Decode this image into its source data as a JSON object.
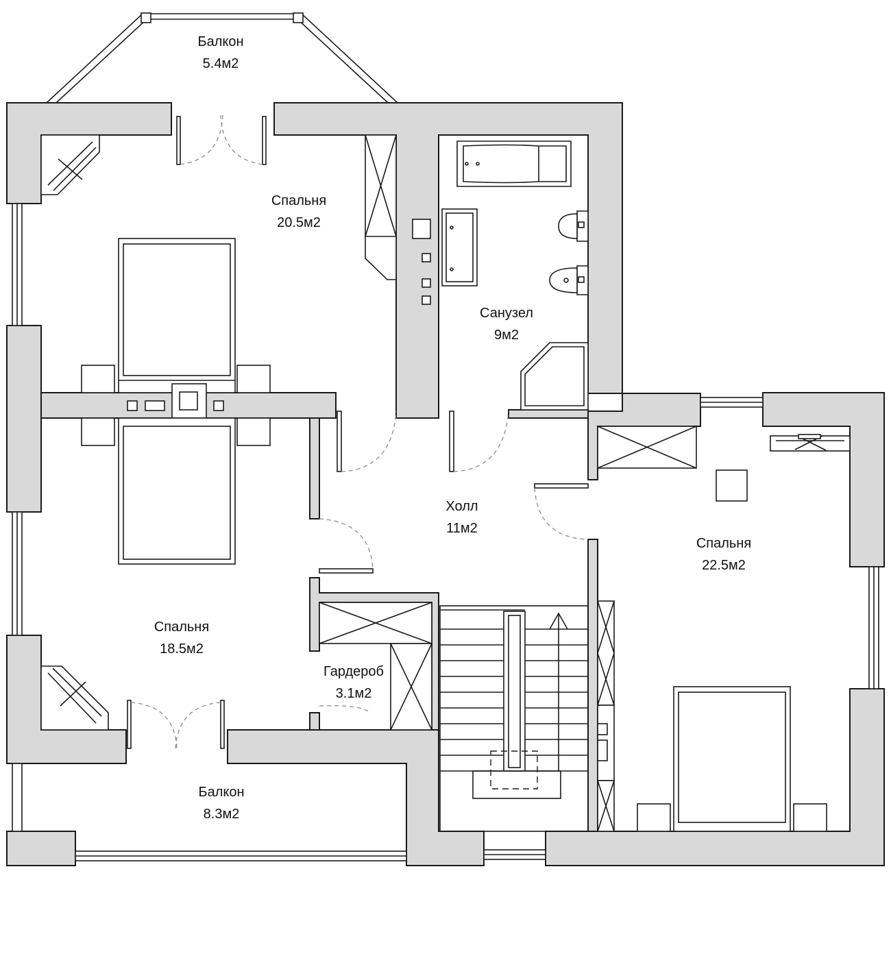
{
  "rooms": [
    {
      "id": "balcony-top",
      "name": "Балкон",
      "area": "5.4м2"
    },
    {
      "id": "bedroom-nw",
      "name": "Спальня",
      "area": "20.5м2"
    },
    {
      "id": "bathroom",
      "name": "Санузел",
      "area": "9м2"
    },
    {
      "id": "hall",
      "name": "Холл",
      "area": "11м2"
    },
    {
      "id": "bedroom-east",
      "name": "Спальня",
      "area": "22.5м2"
    },
    {
      "id": "bedroom-sw",
      "name": "Спальня",
      "area": "18.5м2"
    },
    {
      "id": "wardrobe",
      "name": "Гардероб",
      "area": "3.1м2"
    },
    {
      "id": "balcony-bottom",
      "name": "Балкон",
      "area": "8.3м2"
    }
  ],
  "colors": {
    "wall_fill": "#d9d9d9",
    "line": "#1a1a1a",
    "background": "#ffffff"
  }
}
